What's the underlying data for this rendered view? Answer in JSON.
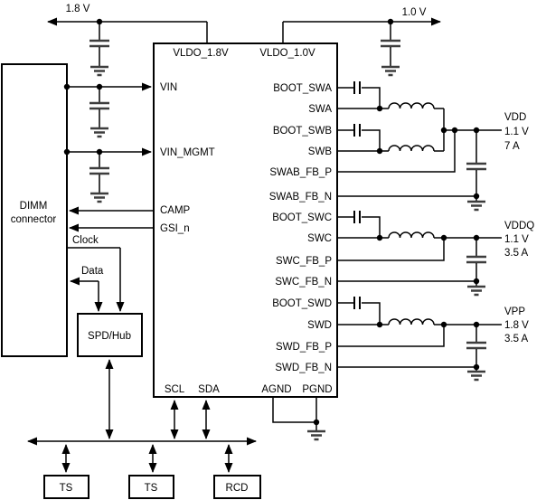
{
  "rails": {
    "v18": "1.8 V",
    "v10": "1.0 V"
  },
  "ic": {
    "pins": {
      "vldo18": "VLDO_1.8V",
      "vldo10": "VLDO_1.0V",
      "vin": "VIN",
      "vin_mgmt": "VIN_MGMT",
      "camp": "CAMP",
      "gsi": "GSI_n",
      "scl": "SCL",
      "sda": "SDA",
      "agnd": "AGND",
      "pgnd": "PGND",
      "boot_swa": "BOOT_SWA",
      "swa": "SWA",
      "boot_swb": "BOOT_SWB",
      "swb": "SWB",
      "swab_fb_p": "SWAB_FB_P",
      "swab_fb_n": "SWAB_FB_N",
      "boot_swc": "BOOT_SWC",
      "swc": "SWC",
      "swc_fb_p": "SWC_FB_P",
      "swc_fb_n": "SWC_FB_N",
      "boot_swd": "BOOT_SWD",
      "swd": "SWD",
      "swd_fb_p": "SWD_FB_P",
      "swd_fb_n": "SWD_FB_N"
    }
  },
  "blocks": {
    "dimm_line1": "DIMM",
    "dimm_line2": "connector",
    "spd": "SPD/Hub",
    "ts1": "TS",
    "ts2": "TS",
    "rcd": "RCD"
  },
  "signals": {
    "clock": "Clock",
    "data": "Data"
  },
  "outputs": {
    "vdd": {
      "name": "VDD",
      "voltage": "1.1 V",
      "current": "7 A"
    },
    "vddq": {
      "name": "VDDQ",
      "voltage": "1.1 V",
      "current": "3.5 A"
    },
    "vpp": {
      "name": "VPP",
      "voltage": "1.8 V",
      "current": "3.5 A"
    }
  },
  "colors": {
    "wire": "#000000",
    "component": "#3d3d3d",
    "background": "#ffffff"
  }
}
